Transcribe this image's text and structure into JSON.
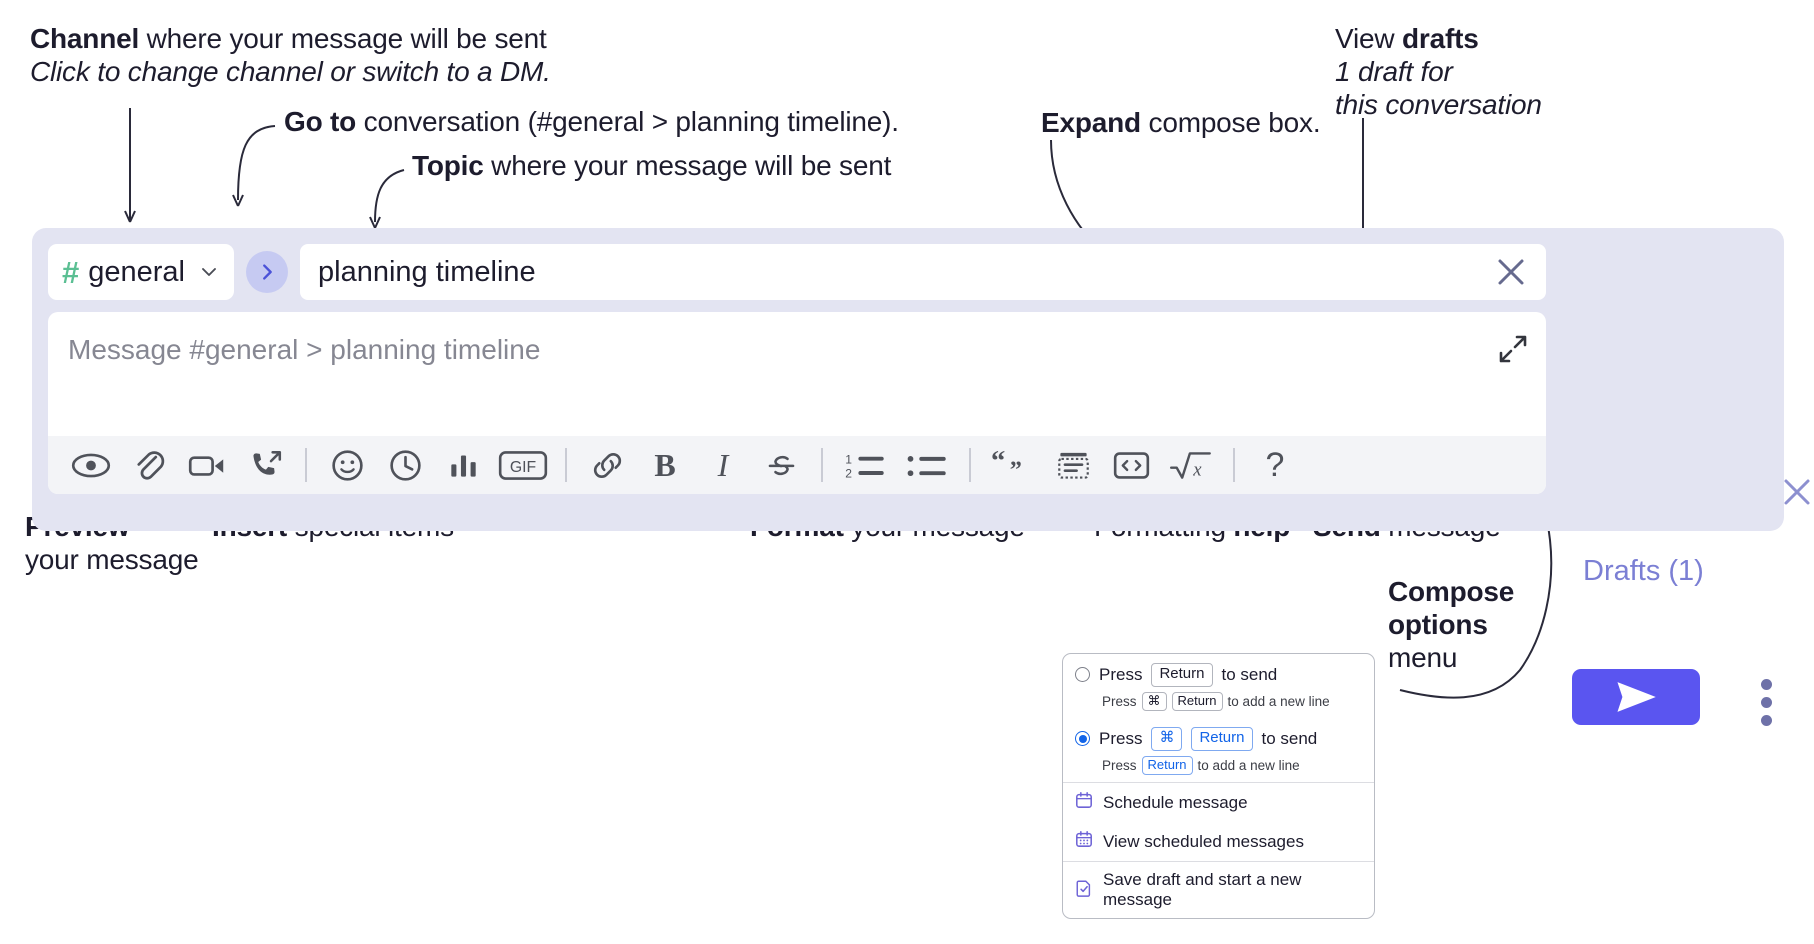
{
  "annotations": {
    "channel": {
      "bold": "Channel",
      "rest": " where your message will be sent",
      "sub": "Click to change channel or switch to a DM."
    },
    "goto": {
      "bold": "Go to",
      "rest": " conversation (#general > planning timeline)."
    },
    "topic": {
      "bold": "Topic",
      "rest": " where your message will be sent"
    },
    "expand": {
      "bold": "Expand",
      "rest": " compose box."
    },
    "drafts": {
      "rest": "View ",
      "bold": "drafts",
      "sub1": "1 draft for",
      "sub2": "this conversation"
    },
    "preview": {
      "bold": "Preview",
      "sub": "your message"
    },
    "insert": {
      "bold": "Insert",
      "rest": " special items"
    },
    "format": {
      "bold": "Format",
      "rest": " your message"
    },
    "help": {
      "rest": "Formatting ",
      "bold": "help"
    },
    "send": {
      "bold": "Send",
      "rest": " message"
    },
    "compose_options": {
      "line1": "Compose",
      "line2": "options",
      "line3": "menu"
    }
  },
  "compose": {
    "channel_name": "general",
    "hash_symbol": "#",
    "topic_value": "planning timeline",
    "message_placeholder": "Message #general > planning timeline",
    "drafts_label": "Drafts (1)",
    "toolbar": [
      {
        "name": "preview-icon",
        "label": ""
      },
      {
        "name": "attachment-icon",
        "label": ""
      },
      {
        "name": "video-icon",
        "label": ""
      },
      {
        "name": "audio-clip-icon",
        "label": ""
      },
      {
        "name": "separator",
        "label": ""
      },
      {
        "name": "emoji-icon",
        "label": ""
      },
      {
        "name": "clock-icon",
        "label": ""
      },
      {
        "name": "poll-icon",
        "label": ""
      },
      {
        "name": "gif-icon",
        "label": "GIF"
      },
      {
        "name": "separator",
        "label": ""
      },
      {
        "name": "link-icon",
        "label": ""
      },
      {
        "name": "bold-icon",
        "label": "B"
      },
      {
        "name": "italic-icon",
        "label": "I"
      },
      {
        "name": "strikethrough-icon",
        "label": "S"
      },
      {
        "name": "separator",
        "label": ""
      },
      {
        "name": "ordered-list-icon",
        "label": ""
      },
      {
        "name": "bulleted-list-icon",
        "label": ""
      },
      {
        "name": "separator",
        "label": ""
      },
      {
        "name": "blockquote-icon",
        "label": ""
      },
      {
        "name": "code-block-icon",
        "label": ""
      },
      {
        "name": "inline-code-icon",
        "label": ""
      },
      {
        "name": "math-icon",
        "label": ""
      },
      {
        "name": "separator",
        "label": ""
      },
      {
        "name": "formatting-help-icon",
        "label": "?"
      }
    ]
  },
  "popup": {
    "option1": {
      "main_pre": "Press",
      "main_key": "Return",
      "main_post": "to send",
      "sub_pre": "Press",
      "sub_key1": "⌘",
      "sub_key2": "Return",
      "sub_post": "to add a new line",
      "selected": false
    },
    "option2": {
      "main_pre": "Press",
      "main_key1": "⌘",
      "main_key2": "Return",
      "main_post": "to send",
      "sub_pre": "Press",
      "sub_key": "Return",
      "sub_post": "to add a new line",
      "selected": true
    },
    "items": [
      {
        "icon": "calendar-icon",
        "label": "Schedule message"
      },
      {
        "icon": "calendar-grid-icon",
        "label": "View scheduled messages"
      },
      {
        "icon": "save-draft-icon",
        "label": "Save draft and start a new message"
      }
    ]
  },
  "colors": {
    "compose_bg": "#e3e4f2",
    "accent_purple": "#5a55f0",
    "hash_green": "#5bbf93",
    "drafts_text": "#7b7fd4",
    "radio_blue": "#1264e8",
    "menu_icon_purple": "#6e63d6"
  }
}
